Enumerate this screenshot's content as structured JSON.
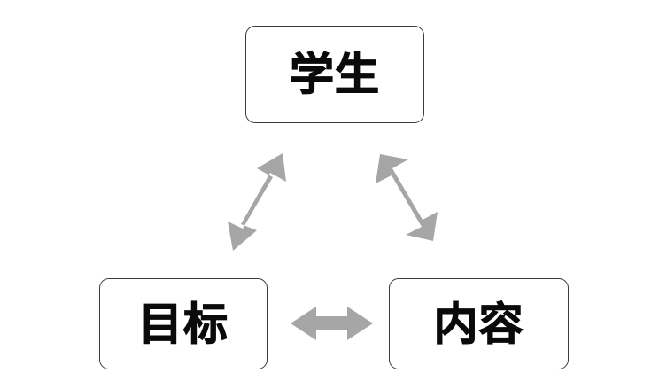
{
  "diagram": {
    "type": "triangular-relationship",
    "background_color": "#ffffff",
    "node_border_color": "#3a3a3a",
    "node_fill_color": "#ffffff",
    "text_color": "#0a0a0a",
    "arrow_color": "#a6a6a6",
    "nodes": [
      {
        "id": "student",
        "label": "学生",
        "position": "top"
      },
      {
        "id": "objective",
        "label": "目标",
        "position": "bottom-left"
      },
      {
        "id": "content",
        "label": "内容",
        "position": "bottom-right"
      }
    ],
    "connectors": [
      {
        "id": "objective-student",
        "from": "目标",
        "to": "学生",
        "style": "double-headed",
        "orientation": "diagonal-up-right"
      },
      {
        "id": "student-content",
        "from": "学生",
        "to": "内容",
        "style": "double-headed",
        "orientation": "diagonal-down-right"
      },
      {
        "id": "objective-content",
        "from": "目标",
        "to": "内容",
        "style": "double-headed",
        "orientation": "horizontal"
      }
    ]
  }
}
